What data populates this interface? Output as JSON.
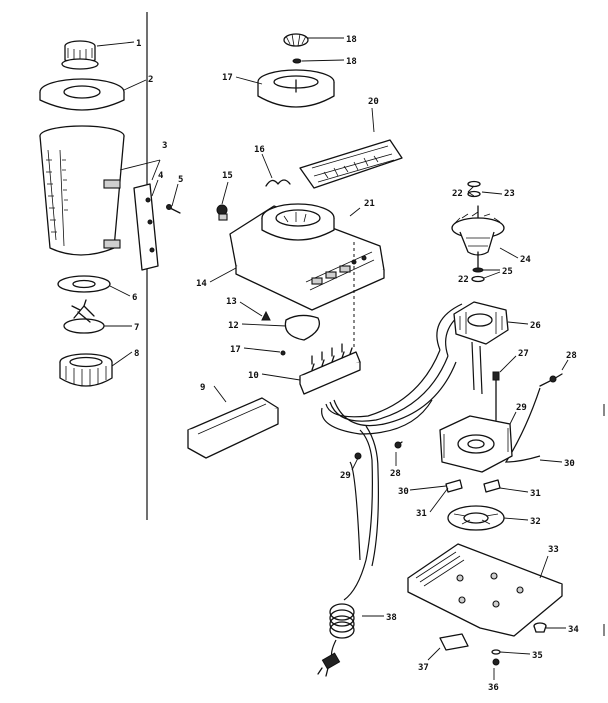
{
  "callouts": [
    {
      "id": "c1",
      "text": "1"
    },
    {
      "id": "c2",
      "text": "2"
    },
    {
      "id": "c3",
      "text": "3"
    },
    {
      "id": "c4",
      "text": "4"
    },
    {
      "id": "c5",
      "text": "5"
    },
    {
      "id": "c6",
      "text": "6"
    },
    {
      "id": "c7",
      "text": "7"
    },
    {
      "id": "c8",
      "text": "8"
    },
    {
      "id": "c9",
      "text": "9"
    },
    {
      "id": "c10",
      "text": "10"
    },
    {
      "id": "c12",
      "text": "12"
    },
    {
      "id": "c13",
      "text": "13"
    },
    {
      "id": "c14",
      "text": "14"
    },
    {
      "id": "c15",
      "text": "15"
    },
    {
      "id": "c16",
      "text": "16"
    },
    {
      "id": "c17",
      "text": "17"
    },
    {
      "id": "c17b",
      "text": "17"
    },
    {
      "id": "c18a",
      "text": "18"
    },
    {
      "id": "c18b",
      "text": "18"
    },
    {
      "id": "c20",
      "text": "20"
    },
    {
      "id": "c21",
      "text": "21"
    },
    {
      "id": "c22a",
      "text": "22"
    },
    {
      "id": "c23",
      "text": "23"
    },
    {
      "id": "c22b",
      "text": "22"
    },
    {
      "id": "c25",
      "text": "25"
    },
    {
      "id": "c24",
      "text": "24"
    },
    {
      "id": "c26",
      "text": "26"
    },
    {
      "id": "c27",
      "text": "27"
    },
    {
      "id": "c28a",
      "text": "28"
    },
    {
      "id": "c29a",
      "text": "29"
    },
    {
      "id": "c28b",
      "text": "28"
    },
    {
      "id": "c29b",
      "text": "29"
    },
    {
      "id": "c30a",
      "text": "30"
    },
    {
      "id": "c30b",
      "text": "30"
    },
    {
      "id": "c31a",
      "text": "31"
    },
    {
      "id": "c31b",
      "text": "31"
    },
    {
      "id": "c32",
      "text": "32"
    },
    {
      "id": "c33",
      "text": "33"
    },
    {
      "id": "c34",
      "text": "34"
    },
    {
      "id": "c35",
      "text": "35"
    },
    {
      "id": "c36",
      "text": "36"
    },
    {
      "id": "c37",
      "text": "37"
    },
    {
      "id": "c38",
      "text": "38"
    }
  ]
}
